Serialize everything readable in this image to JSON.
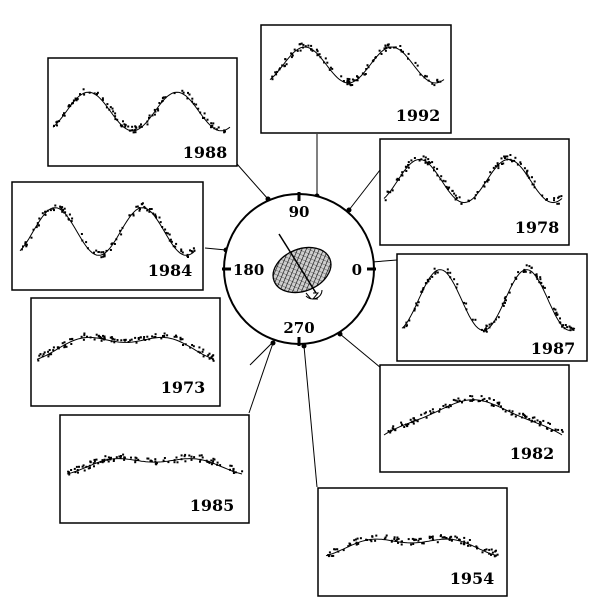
{
  "diagram": {
    "center_angle_labels": {
      "a90": "90",
      "a180": "180",
      "a0": "0",
      "a270": "270"
    },
    "panels": [
      {
        "id": "1992",
        "year": "1992",
        "shape": "double"
      },
      {
        "id": "1988",
        "year": "1988",
        "shape": "double"
      },
      {
        "id": "1978",
        "year": "1978",
        "shape": "double"
      },
      {
        "id": "1984",
        "year": "1984",
        "shape": "double"
      },
      {
        "id": "1987",
        "year": "1987",
        "shape": "deep"
      },
      {
        "id": "1973",
        "year": "1973",
        "shape": "flat"
      },
      {
        "id": "1982",
        "year": "1982",
        "shape": "wide"
      },
      {
        "id": "1985",
        "year": "1985",
        "shape": "flat"
      },
      {
        "id": "1954",
        "year": "1954",
        "shape": "flat"
      }
    ]
  }
}
